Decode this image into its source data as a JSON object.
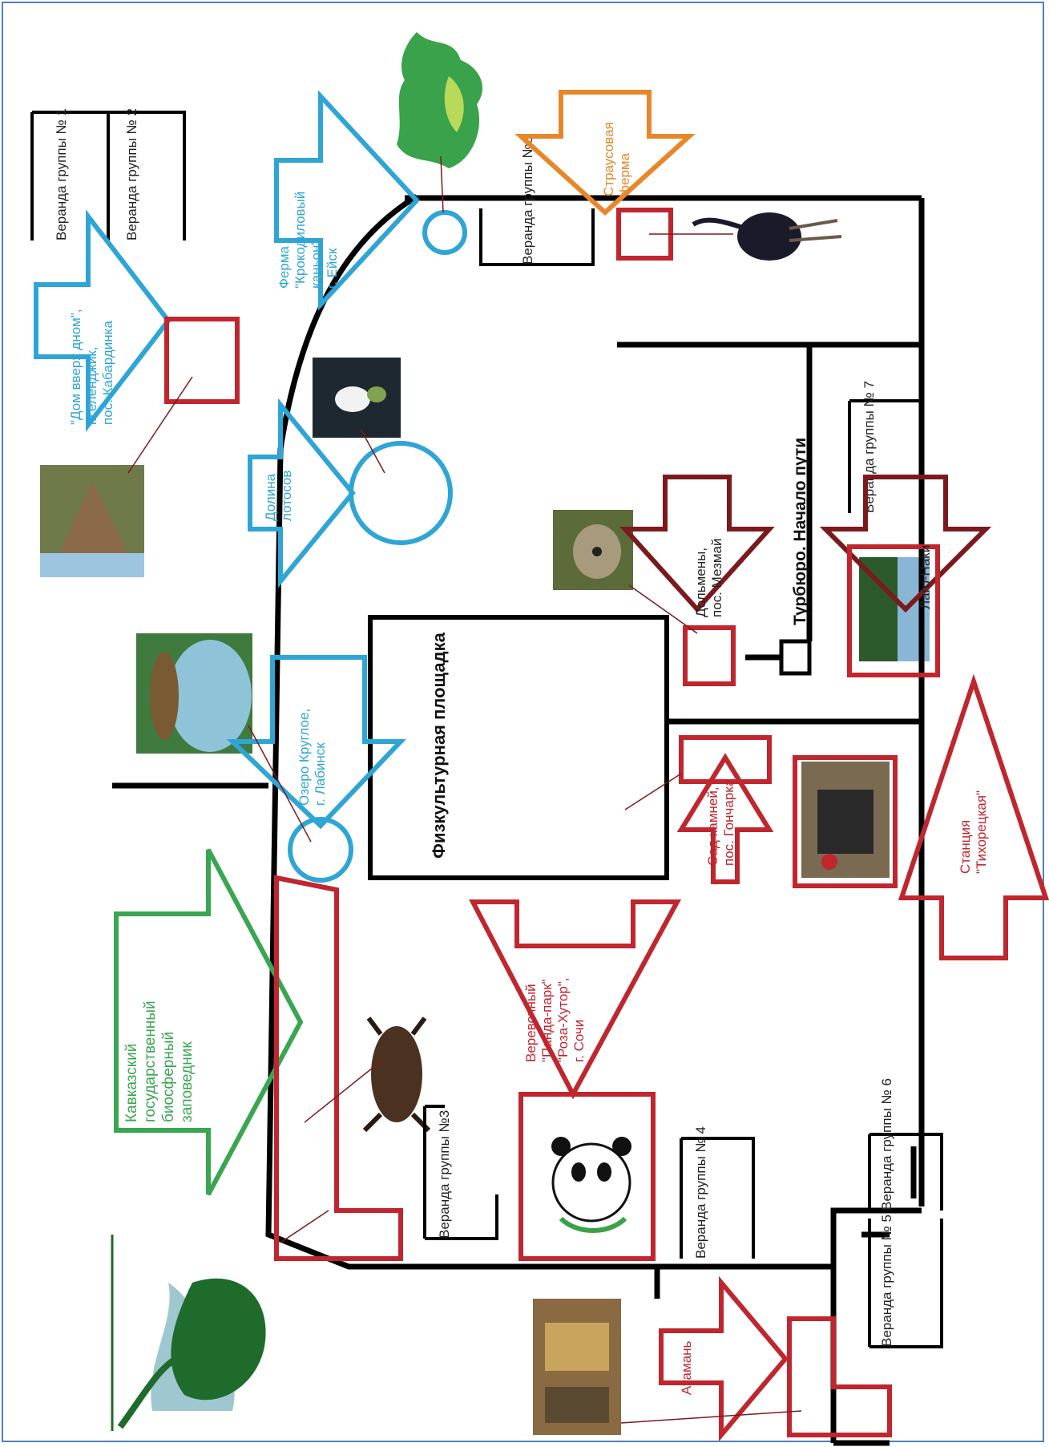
{
  "map": {
    "verandas": [
      "Веранда группы № 1",
      "Веранда группы № 2",
      "Веранда группы №3",
      "Веранда группы № 4",
      "Веранда группы № 5",
      "Веранда группы № 6",
      "Веранда группы № 7",
      "Веранда группы №8"
    ],
    "sports_ground": "Физкультурная площадка",
    "tourist_office": "Турбюро. Начало пути",
    "stations": {
      "dom_vverh_dnom": [
        "\"Дом вверх дном\",",
        "г.Геленджик,",
        "пос. Кабардинка"
      ],
      "crocodile_farm": [
        "Ферма",
        "\"Крокодиловый",
        "каньон\"",
        "г. Ейск"
      ],
      "lotus_valley": [
        "Долина",
        "лотосов"
      ],
      "ostrich_farm": [
        "Страусовая",
        "ферма"
      ],
      "lake_krugloe": [
        "Озеро Круглое,",
        "г. Лабинск"
      ],
      "dolmens": [
        "Дольмены,",
        "пос. Мезмай"
      ],
      "lago_naki": [
        "Лаго-Наки"
      ],
      "stone_garden": [
        "Сад камней,",
        "пос. Гончарка"
      ],
      "tikhoretskaya": [
        "Станция",
        "\"Тихорецкая\""
      ],
      "rope_park": [
        "Веревочный",
        "\"Панда-парк\"",
        "\"Роза-Хутор\",",
        "г. Сочи"
      ],
      "reserve": [
        "Кавказский",
        "государственный",
        "биосферный",
        "заповедник"
      ],
      "atamani": [
        "Атамань"
      ]
    },
    "colors": {
      "blue": "#2fa5d6",
      "red": "#c0262e",
      "green": "#3aa651",
      "orange": "#e8872a",
      "dark_red": "#7b1a1d",
      "path": "#000000",
      "frame": "#4f81bd"
    }
  }
}
